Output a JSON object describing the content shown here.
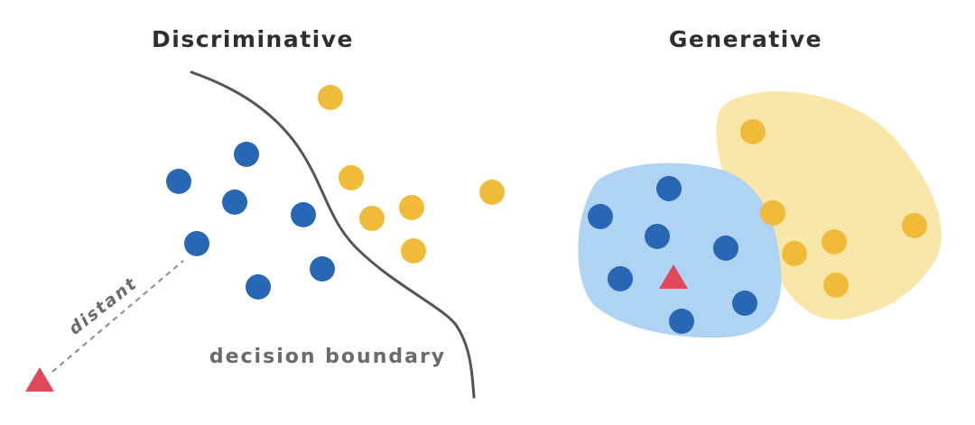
{
  "panels": {
    "discriminative": {
      "title": "Discriminative",
      "boundary_label": "decision boundary",
      "distance_label": "distant"
    },
    "generative": {
      "title": "Generative"
    }
  },
  "colors": {
    "class_a": "#2767b4",
    "class_b": "#f1bb3a",
    "query": "#e14859",
    "region_a": "#aed3f3",
    "region_b": "#f8e7a8",
    "boundary": "#555555",
    "dashed_line": "#8a8a8a"
  },
  "icons": {
    "class_a_point": "blue-circle",
    "class_b_point": "yellow-circle",
    "query_point": "red-triangle"
  }
}
